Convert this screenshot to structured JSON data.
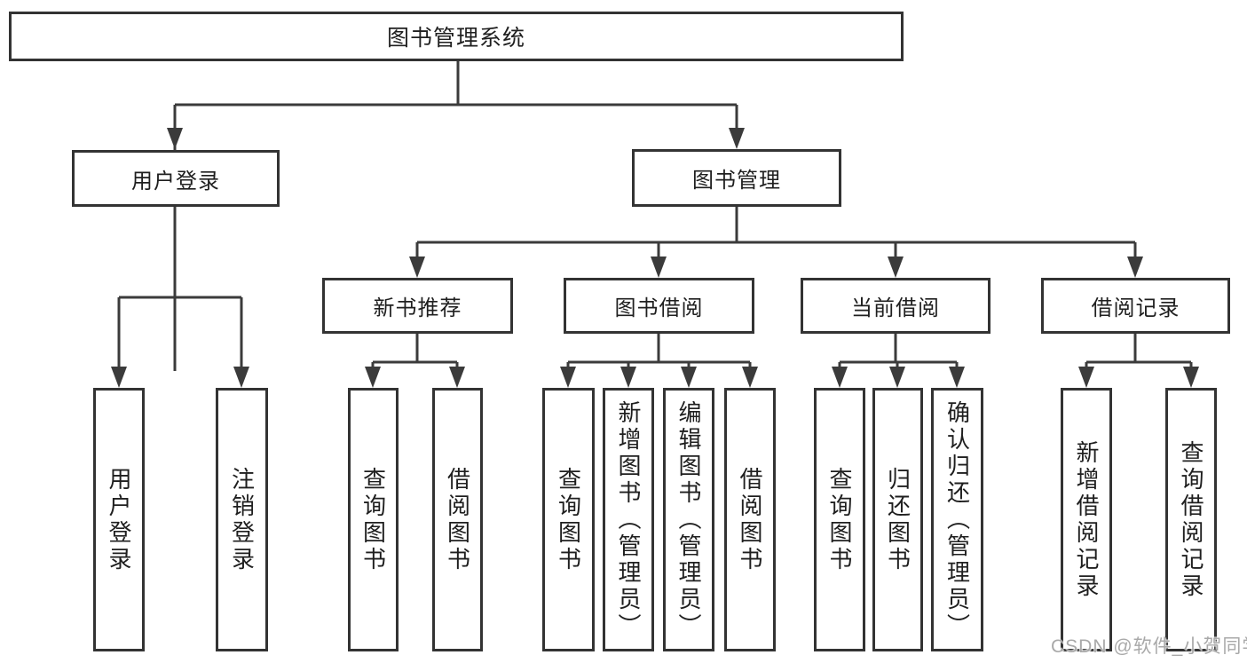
{
  "diagram": {
    "colors": {
      "line": "#3b3b3b",
      "box_border": "#333333",
      "text": "#1f1f1f",
      "background": "#ffffff",
      "watermark": "#a9a9a9"
    },
    "root": {
      "label": "图书管理系统"
    },
    "user_login": {
      "label": "用户登录",
      "children": [
        {
          "label": "用户登录"
        },
        {
          "label": "注销登录"
        }
      ]
    },
    "book_management": {
      "label": "图书管理",
      "children": [
        {
          "label": "新书推荐",
          "children": [
            {
              "label": "查询图书"
            },
            {
              "label": "借阅图书"
            }
          ]
        },
        {
          "label": "图书借阅",
          "children": [
            {
              "label": "查询图书"
            },
            {
              "label": "新增图书（管理员）"
            },
            {
              "label": "编辑图书（管理员）"
            },
            {
              "label": "借阅图书"
            }
          ]
        },
        {
          "label": "当前借阅",
          "children": [
            {
              "label": "查询图书"
            },
            {
              "label": "归还图书"
            },
            {
              "label": "确认归还（管理员）"
            }
          ]
        },
        {
          "label": "借阅记录",
          "children": [
            {
              "label": "新增借阅记录"
            },
            {
              "label": "查询借阅记录"
            }
          ]
        }
      ]
    },
    "watermark": {
      "text": "CSDN @软件_小贺同学"
    }
  }
}
